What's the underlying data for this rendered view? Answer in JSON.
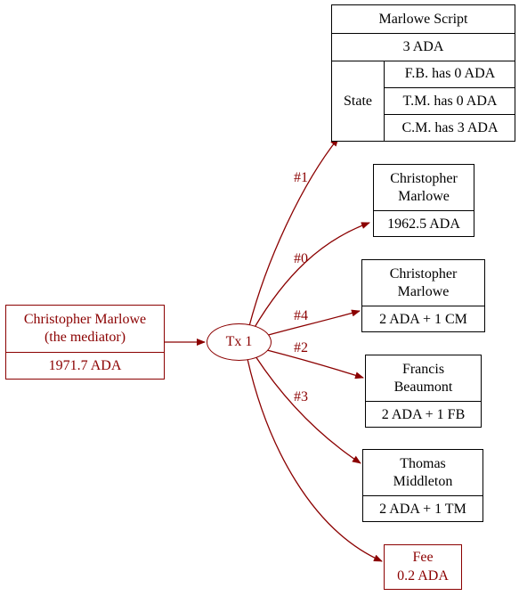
{
  "mediator": {
    "name": "Christopher Marlowe\n(the mediator)",
    "amount": "1971.7 ADA"
  },
  "tx": {
    "label": "Tx 1"
  },
  "script": {
    "title": "Marlowe Script",
    "amount": "3 ADA",
    "state_label": "State",
    "rows": [
      "F.B. has 0 ADA",
      "T.M. has 0 ADA",
      "C.M. has 3 ADA"
    ]
  },
  "outputs": [
    {
      "name": "Christopher\nMarlowe",
      "amount": "1962.5 ADA"
    },
    {
      "name": "Christopher\nMarlowe",
      "amount": "2 ADA + 1 CM"
    },
    {
      "name": "Francis\nBeaumont",
      "amount": "2 ADA + 1 FB"
    },
    {
      "name": "Thomas\nMiddleton",
      "amount": "2 ADA + 1 TM"
    }
  ],
  "fee": {
    "label": "Fee",
    "amount": "0.2 ADA"
  },
  "edge_labels": [
    "#1",
    "#0",
    "#4",
    "#2",
    "#3"
  ],
  "colors": {
    "accent": "#8b0000",
    "line": "#000000"
  }
}
